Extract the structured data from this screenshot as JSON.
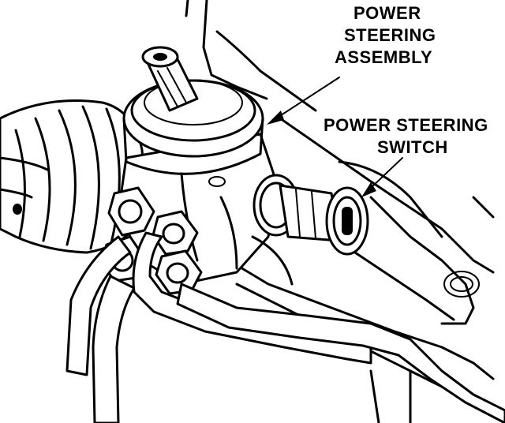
{
  "labels": {
    "assembly_line1": "POWER",
    "assembly_line2": "STEERING",
    "assembly_line3": "ASSEMBLY",
    "switch_line1": "POWER STEERING",
    "switch_line2": "SWITCH"
  },
  "colors": {
    "ink": "#000000",
    "paper": "#ffffff"
  }
}
